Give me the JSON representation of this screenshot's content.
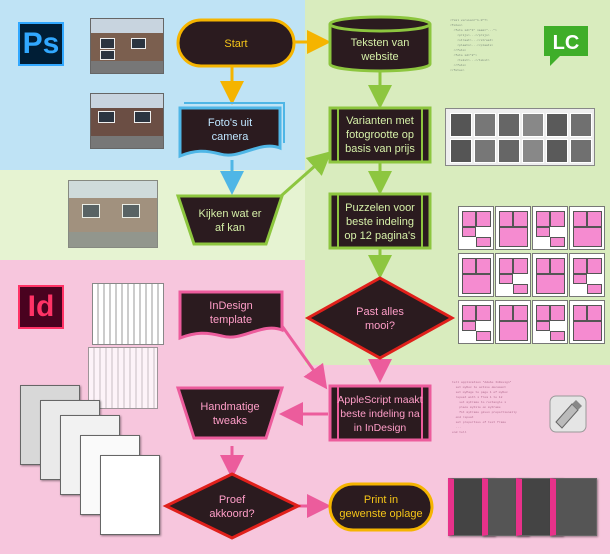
{
  "logos": {
    "photoshop": "Ps",
    "indesign": "Id",
    "livecode": "LC"
  },
  "nodes": {
    "start": "Start",
    "fotos": [
      "Foto's uit",
      "camera"
    ],
    "kijken": [
      "Kijken wat er",
      "af kan"
    ],
    "teksten": [
      "Teksten van",
      "website"
    ],
    "varianten": [
      "Varianten met",
      "fotogrootte op",
      "basis van prijs"
    ],
    "puzzelen": [
      "Puzzelen voor",
      "beste indeling",
      "op 12 pagina's"
    ],
    "past": [
      "Past alles",
      "mooi?"
    ],
    "template": [
      "InDesign",
      "template"
    ],
    "applescript": [
      "AppleScript maakt",
      "beste indeling na",
      "in InDesign"
    ],
    "tweaks": [
      "Handmatige",
      "tweaks"
    ],
    "proef": [
      "Proef",
      "akkoord?"
    ],
    "print": [
      "Print in",
      "gewenste oplage"
    ]
  },
  "colors": {
    "zone_photoshop": "#bfe3f5",
    "zone_livecode": "#d9ecbe",
    "zone_indesign": "#f7c6dd",
    "arrow_photoshop": "#f5b400",
    "arrow_livecode": "#8dc63f",
    "arrow_indesign": "#ec5c9c",
    "node_fill": "#2b1b1f"
  },
  "icons": [
    "photoshop-logo",
    "indesign-logo",
    "livecode-logo",
    "applescript-editor-icon"
  ]
}
